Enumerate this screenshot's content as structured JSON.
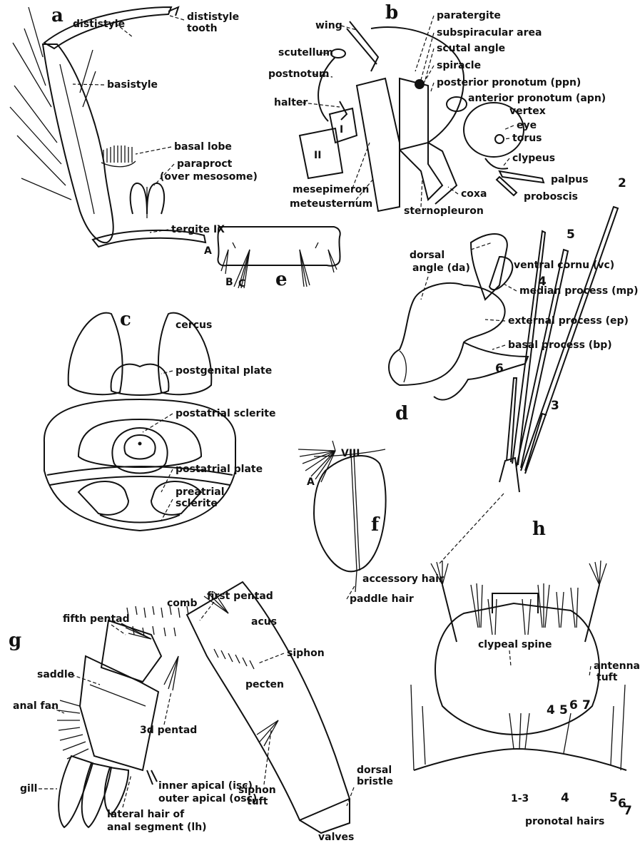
{
  "panels": {
    "a": {
      "letter": "a",
      "labels": [
        "dististyle",
        "dististyle",
        "tooth",
        "basistyle",
        "basal lobe",
        "paraproct",
        "(over mesosome)",
        "tergite IX"
      ]
    },
    "b": {
      "letter": "b",
      "labels": [
        "wing",
        "paratergite",
        "subspiracular area",
        "scutal angle",
        "scutellum",
        "spiracle",
        "postnotum",
        "posterior pronotum (ppn)",
        "anterior pronotum (apn)",
        "halter",
        "vertex",
        "eye",
        "torus",
        "clypeus",
        "palpus",
        "proboscis",
        "mesepimeron",
        "meteusternum",
        "coxa",
        "sternopleuron"
      ],
      "roman": [
        "I",
        "II"
      ]
    },
    "c": {
      "letter": "c",
      "labels": [
        "cercus",
        "postgenital plate",
        "postatrial sclerite",
        "postatrial plate",
        "preatrial",
        "sclerite"
      ]
    },
    "d": {
      "letter": "d",
      "labels": [
        "dorsal",
        "angle (da)",
        "ventral cornu (vc)",
        "median process (mp)",
        "external process (ep)",
        "basal process (bp)"
      ]
    },
    "e": {
      "letter": "e",
      "labels": [
        "A",
        "B",
        "C"
      ]
    },
    "f": {
      "letter": "f",
      "labels": [
        "VIII",
        "A",
        "accessory hair",
        "paddle hair"
      ]
    },
    "g": {
      "letter": "g",
      "labels": [
        "comb",
        "first pentad",
        "fifth pentad",
        "acus",
        "siphon",
        "saddle",
        "pecten",
        "anal fan",
        "3d pentad",
        "gill",
        "inner apical (isc)",
        "outer apical (osc)",
        "lateral hair of",
        "anal segment (lh)",
        "siphon",
        "tuft",
        "dorsal",
        "bristle",
        "valves"
      ]
    },
    "h": {
      "letter": "h",
      "numbers": [
        "2",
        "4",
        "5",
        "6",
        "3"
      ],
      "labels": [
        "clypeal spine",
        "antennal",
        "tuft",
        "4",
        "5",
        "6",
        "7",
        "1-3",
        "4",
        "5",
        "6",
        "7",
        "pronotal hairs"
      ]
    }
  }
}
